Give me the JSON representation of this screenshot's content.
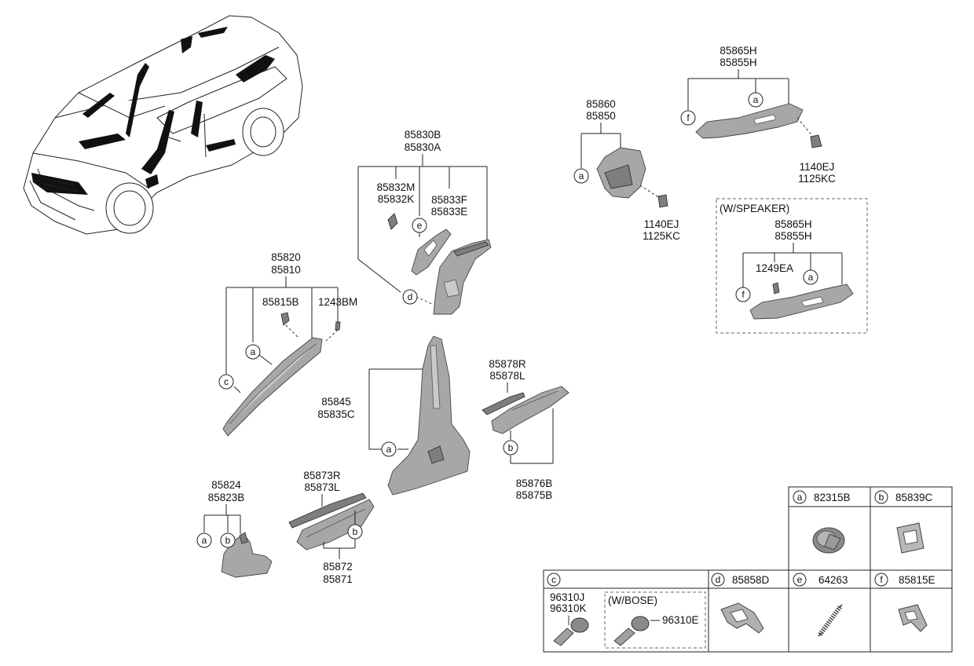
{
  "callouts": {
    "a": "a",
    "b": "b",
    "c": "c",
    "d": "d",
    "e": "e",
    "f": "f"
  },
  "parts": {
    "p85830": [
      "85830B",
      "85830A"
    ],
    "p85832": [
      "85832M",
      "85832K"
    ],
    "p85833": [
      "85833F",
      "85833E"
    ],
    "p85860": [
      "85860",
      "85850"
    ],
    "bolt1": [
      "1140EJ",
      "1125KC"
    ],
    "p85865": [
      "85865H",
      "85855H"
    ],
    "bolt2": [
      "1140EJ",
      "1125KC"
    ],
    "speaker": {
      "title": "(W/SPEAKER)",
      "assy": [
        "85865H",
        "85855H"
      ],
      "clip": "1249EA"
    },
    "p85820": [
      "85820",
      "85810"
    ],
    "p85815B": "85815B",
    "p1243BM": "1243BM",
    "p85845": [
      "85845",
      "85835C"
    ],
    "p85878": [
      "85878R",
      "85878L"
    ],
    "p85876": [
      "85876B",
      "85875B"
    ],
    "p85824": [
      "85824",
      "85823B"
    ],
    "p85873": [
      "85873R",
      "85873L"
    ],
    "p85872": [
      "85872",
      "85871"
    ]
  },
  "legend": {
    "a": {
      "letter": "a",
      "part": "82315B"
    },
    "b": {
      "letter": "b",
      "part": "85839C"
    },
    "c": {
      "letter": "c",
      "parts": [
        "96310J",
        "96310K"
      ],
      "bose_title": "(W/BOSE)",
      "bose_part": "96310E"
    },
    "d": {
      "letter": "d",
      "part": "85858D"
    },
    "e": {
      "letter": "e",
      "part": "64263"
    },
    "f": {
      "letter": "f",
      "part": "85815E"
    }
  }
}
